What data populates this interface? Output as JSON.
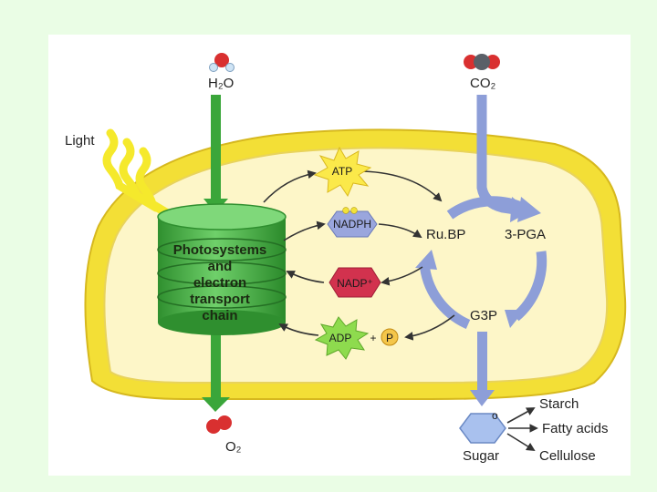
{
  "diagram": {
    "inputs": {
      "water": "H₂O",
      "carbon_dioxide": "CO₂",
      "light": "Light"
    },
    "light_reactions": {
      "line1": "Photosystems",
      "line2": "and",
      "line3": "electron",
      "line4": "transport",
      "line5": "chain"
    },
    "carriers": {
      "atp": "ATP",
      "nadph": "NADPH",
      "nadp": "NADP⁺",
      "adp": "ADP",
      "plus": "+",
      "phosphate": "P"
    },
    "calvin_cycle": {
      "rubp": "Ru.BP",
      "pga": "3-PGA",
      "g3p": "G3P"
    },
    "outputs": {
      "oxygen": "O₂",
      "sugar": "Sugar",
      "starch": "Starch",
      "fatty_acids": "Fatty acids",
      "cellulose": "Cellulose"
    },
    "colors": {
      "chloroplast_outer": "#f3df36",
      "chloroplast_inner": "#fdf6c8",
      "thylakoid_green": "#3fae3f",
      "arrow_green": "#3aa63a",
      "arrow_blue": "#8d9ed8",
      "atp_yellow": "#fbe94a",
      "nadph_blue": "#9aa6dd",
      "nadp_red": "#d2324e",
      "adp_green": "#8edb4e",
      "p_orange": "#f4c64a",
      "sugar_blue": "#a9c1ee"
    }
  }
}
